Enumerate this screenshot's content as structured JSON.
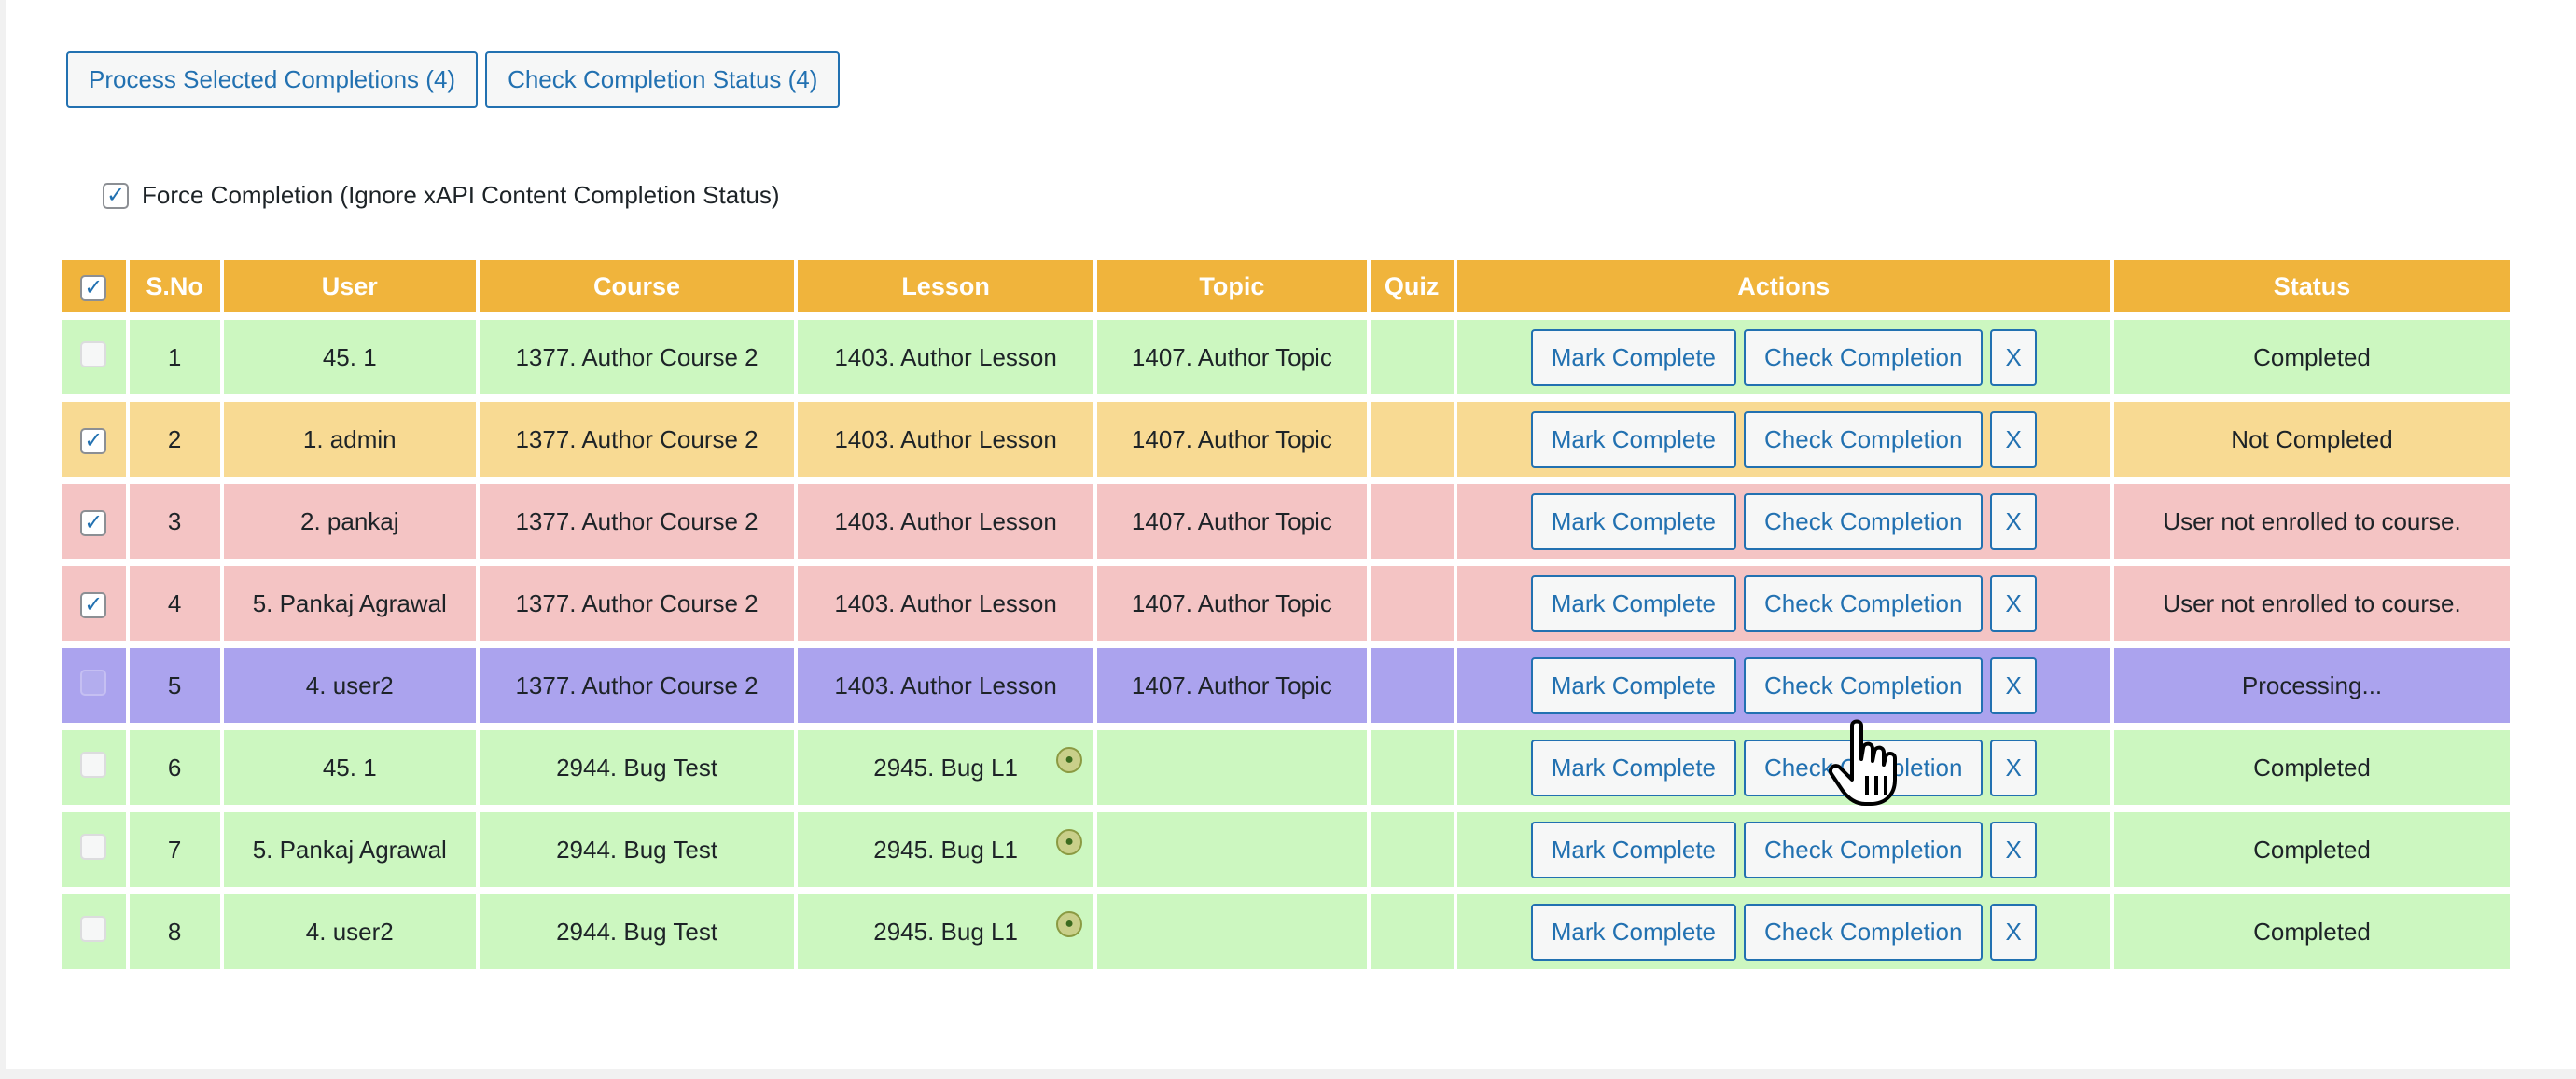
{
  "toolbar": {
    "process_label": "Process Selected Completions (4)",
    "check_label": "Check Completion Status (4)"
  },
  "force_completion": {
    "label": "Force Completion (Ignore xAPI Content Completion Status)",
    "checked": true
  },
  "table": {
    "headers": [
      "S.No",
      "User",
      "Course",
      "Lesson",
      "Topic",
      "Quiz",
      "Actions",
      "Status"
    ],
    "action_labels": {
      "mark": "Mark Complete",
      "check": "Check Completion",
      "remove": "X"
    },
    "rows": [
      {
        "sno": "1",
        "user": "45. 1",
        "course": "1377. Author Course 2",
        "lesson": "1403. Author Lesson",
        "topic": "1407. Author Topic",
        "quiz": "",
        "status": "Completed",
        "checked": false,
        "xapi_icon": false,
        "row_color": "#ccf7c0"
      },
      {
        "sno": "2",
        "user": "1. admin",
        "course": "1377. Author Course 2",
        "lesson": "1403. Author Lesson",
        "topic": "1407. Author Topic",
        "quiz": "",
        "status": "Not Completed",
        "checked": true,
        "xapi_icon": false,
        "row_color": "#f8da93"
      },
      {
        "sno": "3",
        "user": "2. pankaj",
        "course": "1377. Author Course 2",
        "lesson": "1403. Author Lesson",
        "topic": "1407. Author Topic",
        "quiz": "",
        "status": "User not enrolled to course.",
        "checked": true,
        "xapi_icon": false,
        "row_color": "#f4c4c4"
      },
      {
        "sno": "4",
        "user": "5. Pankaj Agrawal",
        "course": "1377. Author Course 2",
        "lesson": "1403. Author Lesson",
        "topic": "1407. Author Topic",
        "quiz": "",
        "status": "User not enrolled to course.",
        "checked": true,
        "xapi_icon": false,
        "row_color": "#f4c4c4"
      },
      {
        "sno": "5",
        "user": "4. user2",
        "course": "1377. Author Course 2",
        "lesson": "1403. Author Lesson",
        "topic": "1407. Author Topic",
        "quiz": "",
        "status": "Processing...",
        "checked": false,
        "xapi_icon": false,
        "row_color": "#aba3ee"
      },
      {
        "sno": "6",
        "user": "45. 1",
        "course": "2944. Bug Test",
        "lesson": "2945. Bug L1",
        "topic": "",
        "quiz": "",
        "status": "Completed",
        "checked": false,
        "xapi_icon": true,
        "row_color": "#ccf7c0"
      },
      {
        "sno": "7",
        "user": "5. Pankaj Agrawal",
        "course": "2944. Bug Test",
        "lesson": "2945. Bug L1",
        "topic": "",
        "quiz": "",
        "status": "Completed",
        "checked": false,
        "xapi_icon": true,
        "row_color": "#ccf7c0"
      },
      {
        "sno": "8",
        "user": "4. user2",
        "course": "2944. Bug Test",
        "lesson": "2945. Bug L1",
        "topic": "",
        "quiz": "",
        "status": "Completed",
        "checked": false,
        "xapi_icon": true,
        "row_color": "#ccf7c0"
      }
    ]
  },
  "icons": {
    "header_checkbox": "checkbox-checked-icon",
    "lesson_xapi": "xapi-content-icon",
    "cursor": "hand-pointer-cursor-icon"
  },
  "colors": {
    "header": "#f0b43c",
    "completed": "#ccf7c0",
    "not_completed": "#f8da93",
    "not_enrolled": "#f4c4c4",
    "processing": "#aba3ee",
    "accent": "#2271b1"
  }
}
